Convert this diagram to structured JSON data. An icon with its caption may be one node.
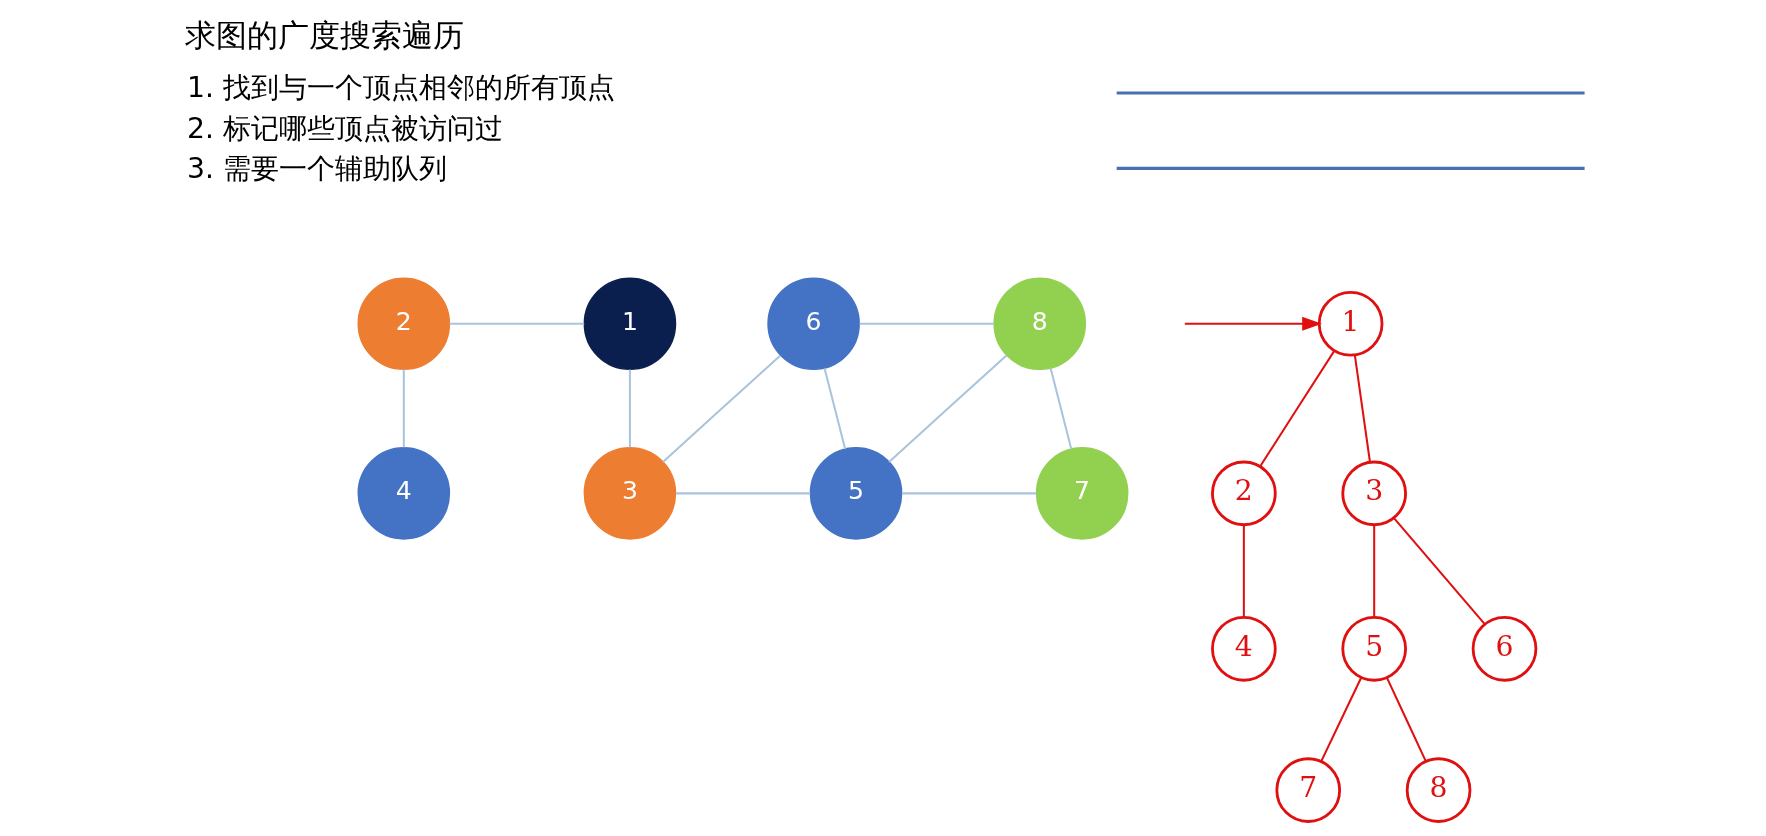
{
  "diagram": {
    "title": "求图的广度搜索遍历",
    "nodes": [
      {
        "text": [
          "2"
        ]
      },
      {
        "text": [
          "1"
        ]
      },
      {
        "text": [
          "6"
        ]
      },
      {
        "text": [
          "8"
        ]
      },
      {
        "text": [
          "4"
        ]
      },
      {
        "text": [
          "3"
        ]
      },
      {
        "text": [
          "5"
        ]
      },
      {
        "text": [
          "7"
        ]
      },
      {
        "text": [
          "1"
        ]
      },
      {
        "text": [
          "2"
        ]
      },
      {
        "text": [
          "3"
        ]
      },
      {
        "text": [
          "4"
        ]
      },
      {
        "text": [
          "5"
        ]
      },
      {
        "text": [
          "6"
        ]
      },
      {
        "text": [
          "7"
        ]
      },
      {
        "text": [
          "8"
        ]
      }
    ],
    "edges": [
      {
        "from": 0,
        "to": 1,
        "arrow": "none"
      },
      {
        "from": 0,
        "to": 4,
        "arrow": "none"
      },
      {
        "from": 1,
        "to": 5,
        "arrow": "none"
      },
      {
        "from": 2,
        "to": 5,
        "arrow": "none"
      },
      {
        "from": 5,
        "to": 6,
        "arrow": "none"
      },
      {
        "from": 2,
        "to": 3,
        "arrow": "none"
      },
      {
        "from": 2,
        "to": 6,
        "arrow": "none"
      },
      {
        "from": 3,
        "to": 6,
        "arrow": "none"
      },
      {
        "from": 3,
        "to": 7,
        "arrow": "none"
      },
      {
        "from": 6,
        "to": 7,
        "arrow": "none"
      },
      {
        "from": null,
        "to": 8,
        "arrow": "to",
        "color": "#e01010"
      },
      {
        "from": 8,
        "to": 9,
        "arrow": "none",
        "color": "#e01010"
      },
      {
        "from": 8,
        "to": 10,
        "arrow": "none",
        "color": "#e01010"
      },
      {
        "from": 9,
        "to": 11,
        "arrow": "none",
        "color": "#e01010"
      },
      {
        "from": 10,
        "to": 12,
        "arrow": "none",
        "color": "#e01010"
      },
      {
        "from": 10,
        "to": 13,
        "arrow": "none",
        "color": "#e01010"
      },
      {
        "from": 12,
        "to": 14,
        "arrow": "none",
        "color": "#e01010"
      },
      {
        "from": 12,
        "to": 15,
        "arrow": "none",
        "color": "#e01010"
      }
    ],
    "labels": [
      "1. 找到与一个顶点相邻的所有顶点",
      "2. 标记哪些顶点被访问过",
      "3. 需要一个辅助队列"
    ]
  }
}
